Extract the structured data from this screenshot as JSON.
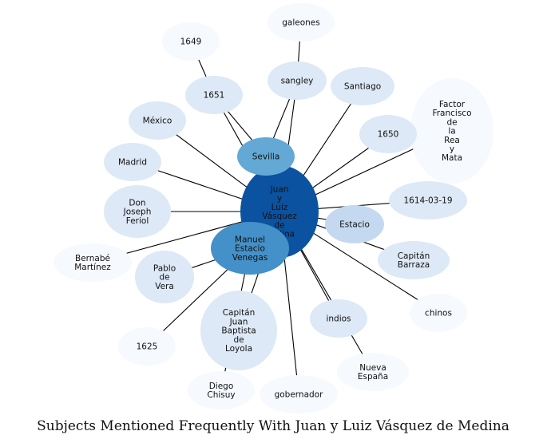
{
  "title": "Subjects Mentioned Frequently With Juan y Luiz Vásquez de Medina",
  "center": {
    "id": "center",
    "label": "Juan\ny\nLuiz\nVásquez\nde\nMedina",
    "color": "#0b52a0"
  },
  "nodes": [
    {
      "id": "n1649",
      "label": "1649",
      "color": "#f6f9fe"
    },
    {
      "id": "n1651",
      "label": "1651",
      "color": "#dde9f6"
    },
    {
      "id": "galeones",
      "label": "galeones",
      "color": "#f6f9fe"
    },
    {
      "id": "sangley",
      "label": "sangley",
      "color": "#dde9f6"
    },
    {
      "id": "santiago",
      "label": "Santiago",
      "color": "#dde9f6"
    },
    {
      "id": "factor",
      "label": "Factor\nFrancisco\nde\nla\nRea\ny\nMata",
      "color": "#f6f9fe"
    },
    {
      "id": "mexico",
      "label": "México",
      "color": "#dde9f6"
    },
    {
      "id": "n1650",
      "label": "1650",
      "color": "#dde9f6"
    },
    {
      "id": "sevilla",
      "label": "Sevilla",
      "color": "#64a9d5"
    },
    {
      "id": "madrid",
      "label": "Madrid",
      "color": "#dde9f6"
    },
    {
      "id": "n1614",
      "label": "1614-03-19",
      "color": "#dde9f6"
    },
    {
      "id": "donjoseph",
      "label": "Don\nJoseph\nFeriol",
      "color": "#dde9f6"
    },
    {
      "id": "estacio",
      "label": "Estacio",
      "color": "#c4d9ef"
    },
    {
      "id": "bernabe",
      "label": "Bernabé\nMartínez",
      "color": "#f6f9fe"
    },
    {
      "id": "manuel",
      "label": "Manuel\nEstacio\nVenegas",
      "color": "#4490c8"
    },
    {
      "id": "pablo",
      "label": "Pablo\nde\nVera",
      "color": "#dde9f6"
    },
    {
      "id": "barraza",
      "label": "Capitán\nBarraza",
      "color": "#dde9f6"
    },
    {
      "id": "chinos",
      "label": "chinos",
      "color": "#f6f9fe"
    },
    {
      "id": "indios",
      "label": "indios",
      "color": "#dde9f6"
    },
    {
      "id": "loyola",
      "label": "Capitán\nJuan\nBaptista\nde\nLoyola",
      "color": "#dde9f6"
    },
    {
      "id": "n1625",
      "label": "1625",
      "color": "#f6f9fe"
    },
    {
      "id": "nuevaespana",
      "label": "Nueva\nEspaña",
      "color": "#f6f9fe"
    },
    {
      "id": "diego",
      "label": "Diego\nChisuy",
      "color": "#f6f9fe"
    },
    {
      "id": "gobernador",
      "label": "gobernador",
      "color": "#f6f9fe"
    }
  ],
  "edges": [
    [
      "n1649",
      "n1651"
    ],
    [
      "n1651",
      "center"
    ],
    [
      "n1651",
      "sevilla"
    ],
    [
      "galeones",
      "sangley"
    ],
    [
      "sangley",
      "center"
    ],
    [
      "sangley",
      "sevilla"
    ],
    [
      "santiago",
      "center"
    ],
    [
      "factor",
      "center"
    ],
    [
      "mexico",
      "center"
    ],
    [
      "n1650",
      "center"
    ],
    [
      "sevilla",
      "center"
    ],
    [
      "madrid",
      "center"
    ],
    [
      "n1614",
      "center"
    ],
    [
      "donjoseph",
      "center"
    ],
    [
      "estacio",
      "center"
    ],
    [
      "bernabe",
      "center"
    ],
    [
      "manuel",
      "center"
    ],
    [
      "pablo",
      "manuel"
    ],
    [
      "barraza",
      "center"
    ],
    [
      "chinos",
      "center"
    ],
    [
      "indios",
      "center"
    ],
    [
      "loyola",
      "center"
    ],
    [
      "n1625",
      "manuel"
    ],
    [
      "nuevaespana",
      "center"
    ],
    [
      "diego",
      "manuel"
    ],
    [
      "gobernador",
      "center"
    ]
  ]
}
